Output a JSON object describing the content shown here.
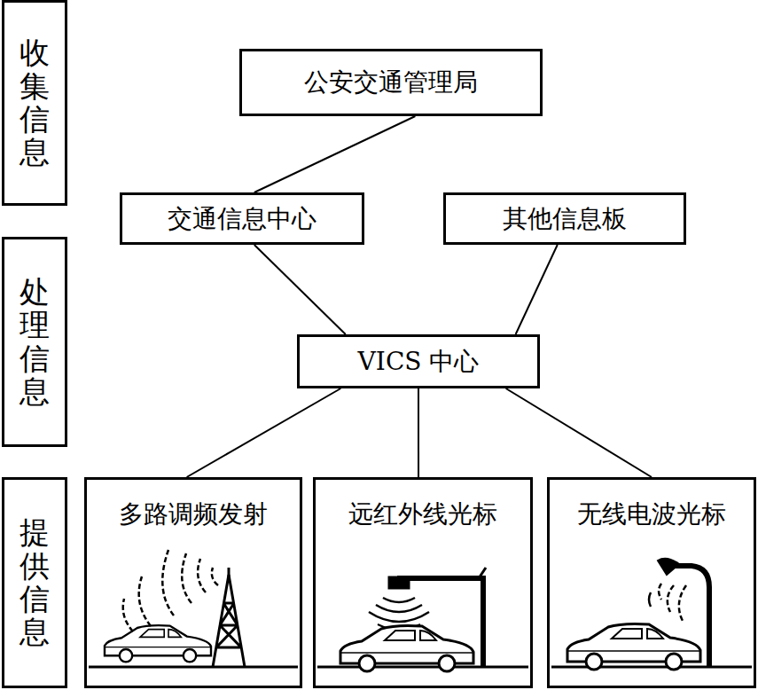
{
  "diagram": {
    "nodes": [
      {
        "text": [
          "收集信息"
        ]
      },
      {
        "text": [
          "公安交通管理局"
        ]
      },
      {
        "text": [
          "交通信息中心"
        ]
      },
      {
        "text": [
          "其他信息板"
        ]
      },
      {
        "text": [
          "处理信息"
        ]
      },
      {
        "text": [
          "VICS 中心"
        ]
      },
      {
        "text": [
          "提供信息"
        ]
      },
      {
        "text": [
          "多路调频发射"
        ]
      },
      {
        "text": [
          "远红外线光标"
        ]
      },
      {
        "text": [
          "无线电波光标"
        ]
      }
    ],
    "edges": [
      {
        "from": 1,
        "to": 2,
        "arrow": "none"
      },
      {
        "from": 2,
        "to": 5,
        "arrow": "none"
      },
      {
        "from": 3,
        "to": 5,
        "arrow": "none"
      },
      {
        "from": 5,
        "to": 7,
        "arrow": "none"
      },
      {
        "from": 5,
        "to": 8,
        "arrow": "none"
      },
      {
        "from": 5,
        "to": 9,
        "arrow": "none"
      }
    ]
  }
}
